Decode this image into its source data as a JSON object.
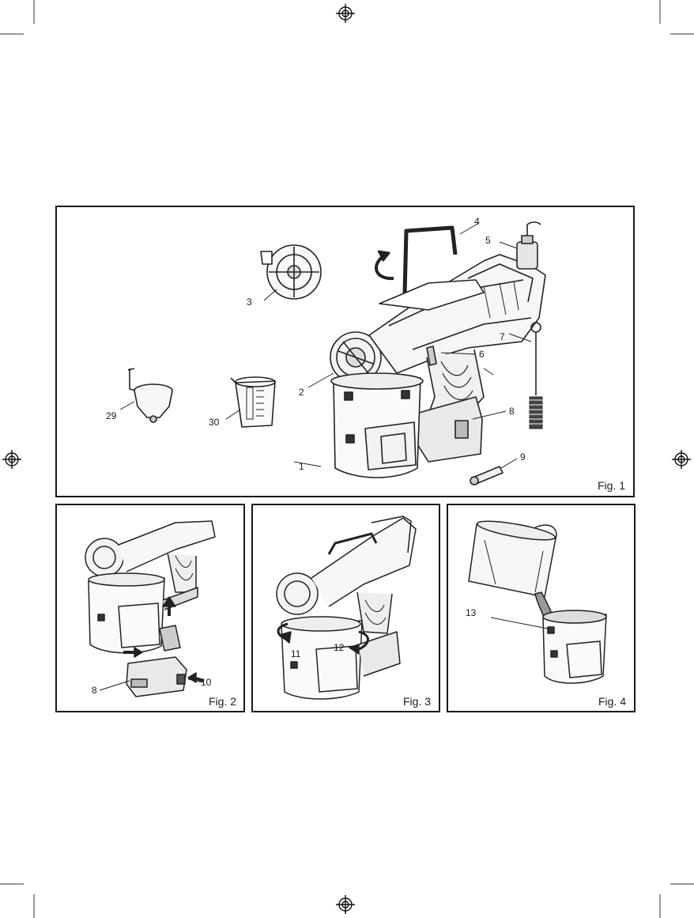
{
  "figures": {
    "fig1": {
      "caption": "Fig. 1",
      "callouts": {
        "c1": "1",
        "c2": "2",
        "c3": "3",
        "c4": "4",
        "c5": "5",
        "c6": "6",
        "c7": "7",
        "c8": "8",
        "c9": "9",
        "c29": "29",
        "c30": "30"
      }
    },
    "fig2": {
      "caption": "Fig. 2",
      "callouts": {
        "c8": "8",
        "c10": "10"
      }
    },
    "fig3": {
      "caption": "Fig. 3",
      "callouts": {
        "c11": "11",
        "c12": "12"
      }
    },
    "fig4": {
      "caption": "Fig. 4",
      "callouts": {
        "c13": "13"
      }
    }
  },
  "icons": [
    "registration-mark-icon",
    "crop-mark-icon",
    "rotate-arrow-icon",
    "direction-arrow-icon"
  ]
}
